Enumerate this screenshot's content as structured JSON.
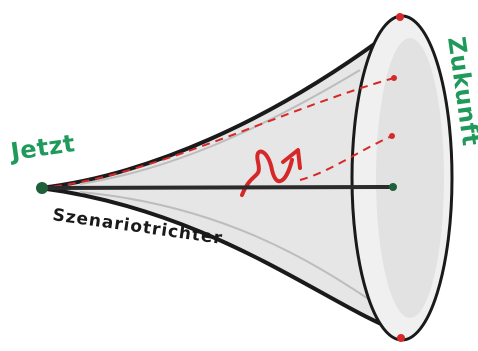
{
  "labels": {
    "now": "Jetzt",
    "future": "Zukunft",
    "funnel": "Szenariotrichter"
  },
  "colors": {
    "funnel_fill": "#e6e6e6",
    "funnel_outline": "#1a1a1a",
    "rim_fill": "#f0f0f0",
    "timeline_line": "#2b2b2b",
    "green_label": "#1f9a5a",
    "red_scenario": "#d62828"
  }
}
